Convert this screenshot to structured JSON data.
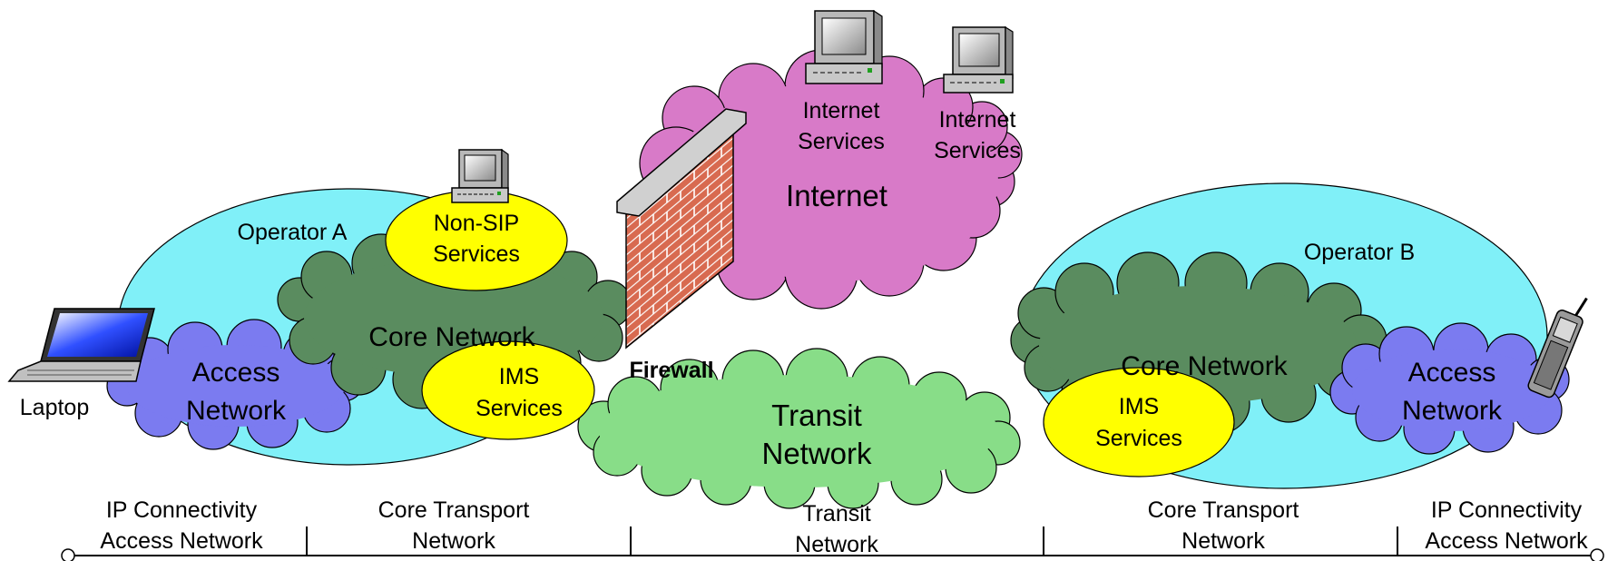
{
  "operator_a": {
    "label": "Operator A",
    "color": "#80F0F8"
  },
  "operator_b": {
    "label": "Operator B",
    "color": "#80F0F8"
  },
  "laptop": {
    "label": "Laptop"
  },
  "firewall": {
    "label": "Firewall"
  },
  "access_network_a": {
    "line1": "Access",
    "line2": "Network",
    "color": "#7B7BF0"
  },
  "access_network_b": {
    "line1": "Access",
    "line2": "Network",
    "color": "#7B7BF0"
  },
  "core_network_a": {
    "label": "Core Network",
    "color": "#5A8C5F"
  },
  "core_network_b": {
    "label": "Core Network",
    "color": "#5A8C5F"
  },
  "non_sip_services": {
    "line1": "Non-SIP",
    "line2": "Services",
    "color": "#FFFF00"
  },
  "ims_services_a": {
    "line1": "IMS",
    "line2": "Services",
    "color": "#FFFF00"
  },
  "ims_services_b": {
    "line1": "IMS",
    "line2": "Services",
    "color": "#FFFF00"
  },
  "internet": {
    "label": "Internet",
    "color": "#D87AC8"
  },
  "internet_services_1": {
    "line1": "Internet",
    "line2": "Services"
  },
  "internet_services_2": {
    "line1": "Internet",
    "line2": "Services"
  },
  "transit_network": {
    "line1": "Transit",
    "line2": "Network",
    "color": "#88DD88"
  },
  "segments": [
    {
      "line1": "IP Connectivity",
      "line2": "Access Network"
    },
    {
      "line1": "Core Transport",
      "line2": "Network"
    },
    {
      "line1": "Transit",
      "line2": "Network"
    },
    {
      "line1": "Core Transport",
      "line2": "Network"
    },
    {
      "line1": "IP Connectivity",
      "line2": "Access Network"
    }
  ]
}
